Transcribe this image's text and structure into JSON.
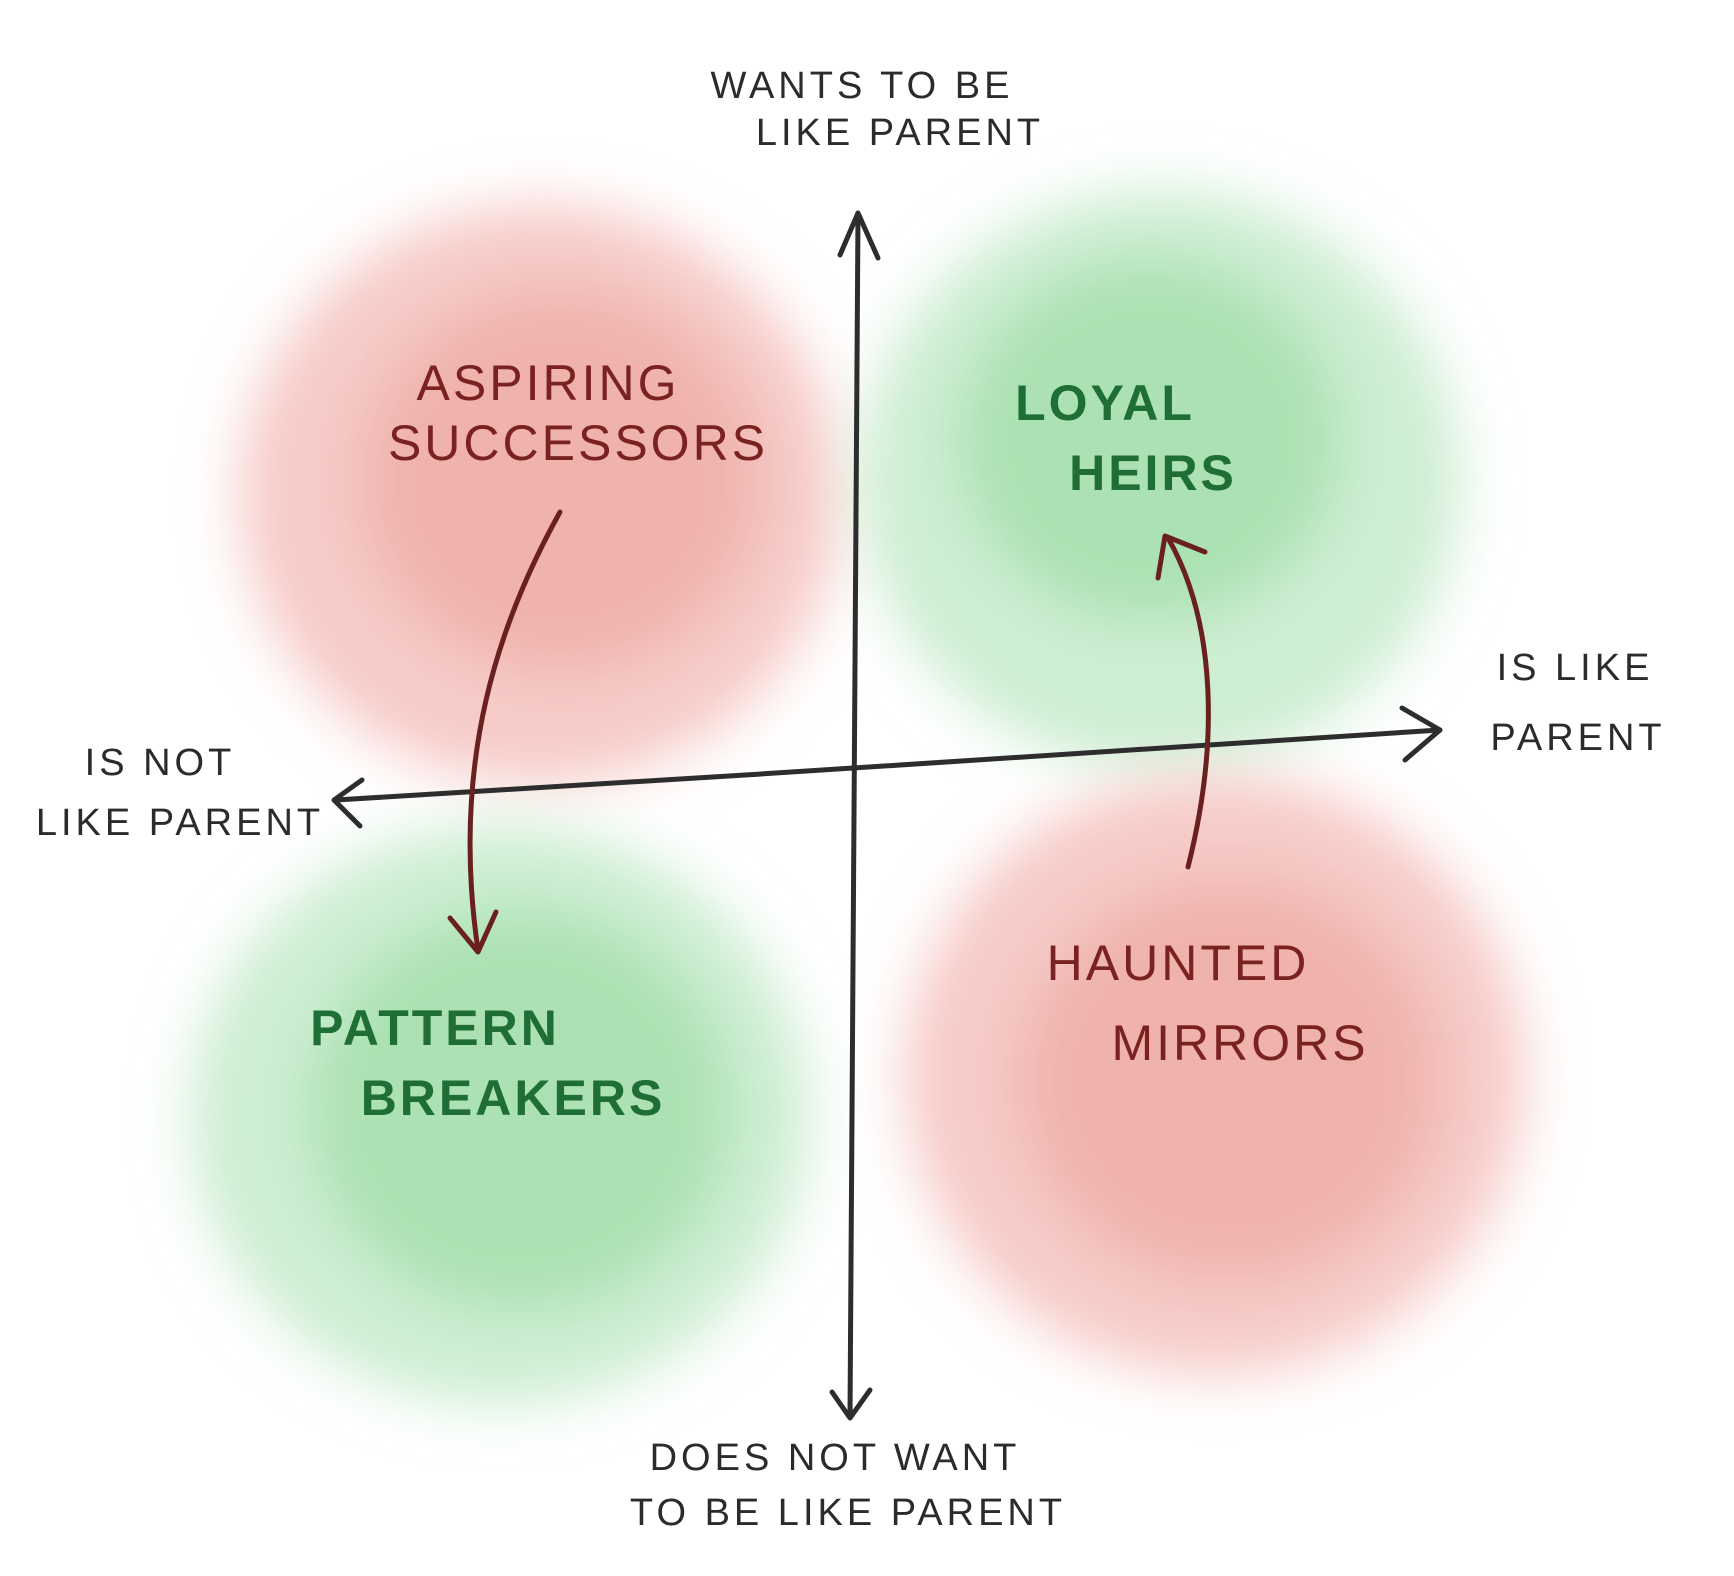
{
  "diagram": {
    "axes": {
      "top": [
        "Wants to be",
        "like parent"
      ],
      "bottom": [
        "Does not want",
        "to be like parent"
      ],
      "left": [
        "is not",
        "like parent"
      ],
      "right": [
        "is like",
        "parent"
      ]
    },
    "quadrants": {
      "top_left": {
        "lines": [
          "Aspiring",
          "Successors"
        ],
        "color": "#f2b5b0"
      },
      "top_right": {
        "lines": [
          "Loyal",
          "Heirs"
        ],
        "color": "#b3e4bb"
      },
      "bottom_left": {
        "lines": [
          "Pattern",
          "Breakers"
        ],
        "color": "#b3e4bb"
      },
      "bottom_right": {
        "lines": [
          "Haunted",
          "Mirrors"
        ],
        "color": "#f2b5b0"
      }
    },
    "transitions": [
      {
        "from": "Aspiring Successors",
        "to": "Pattern Breakers"
      },
      {
        "from": "Haunted Mirrors",
        "to": "Loyal Heirs"
      }
    ]
  }
}
